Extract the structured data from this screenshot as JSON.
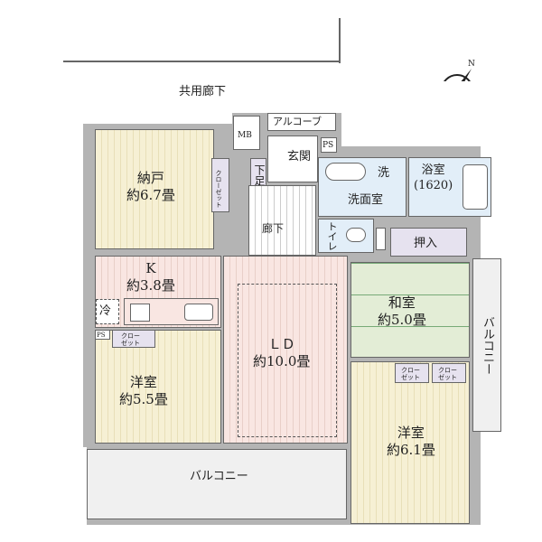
{
  "plan": {
    "corridor": "共用廊下",
    "alcove": "アルコーブ",
    "mb": "MB",
    "ps": "PS",
    "entrance": "玄関",
    "shoe": "下足入",
    "closet_small": "クロー\nゼット",
    "closet_v": "クローゼット",
    "hall": "廊下",
    "washroom": "洗面室",
    "washer": "洗",
    "bath": "浴室",
    "bath_size": "(1620)",
    "toilet": "トイレ",
    "oshiire": "押入",
    "storage": {
      "name": "納戸",
      "size": "約6.7畳"
    },
    "kitchen": {
      "name": "K",
      "size": "約3.8畳",
      "fridge": "冷"
    },
    "ld": {
      "name": "ＬＤ",
      "size": "約10.0畳"
    },
    "washitsu": {
      "name": "和室",
      "size": "約5.0畳"
    },
    "western1": {
      "name": "洋室",
      "size": "約5.5畳"
    },
    "western2": {
      "name": "洋室",
      "size": "約6.1畳"
    },
    "balcony": "バルコニー",
    "compass": "N"
  },
  "colors": {
    "wall": "#b4b4b4",
    "storage": "#f6f0d4",
    "kitchen_ld": "#f9e6e2",
    "wet": "#e2eef8",
    "washitsu": "#e3edd6",
    "closet": "#e6e2ef"
  }
}
